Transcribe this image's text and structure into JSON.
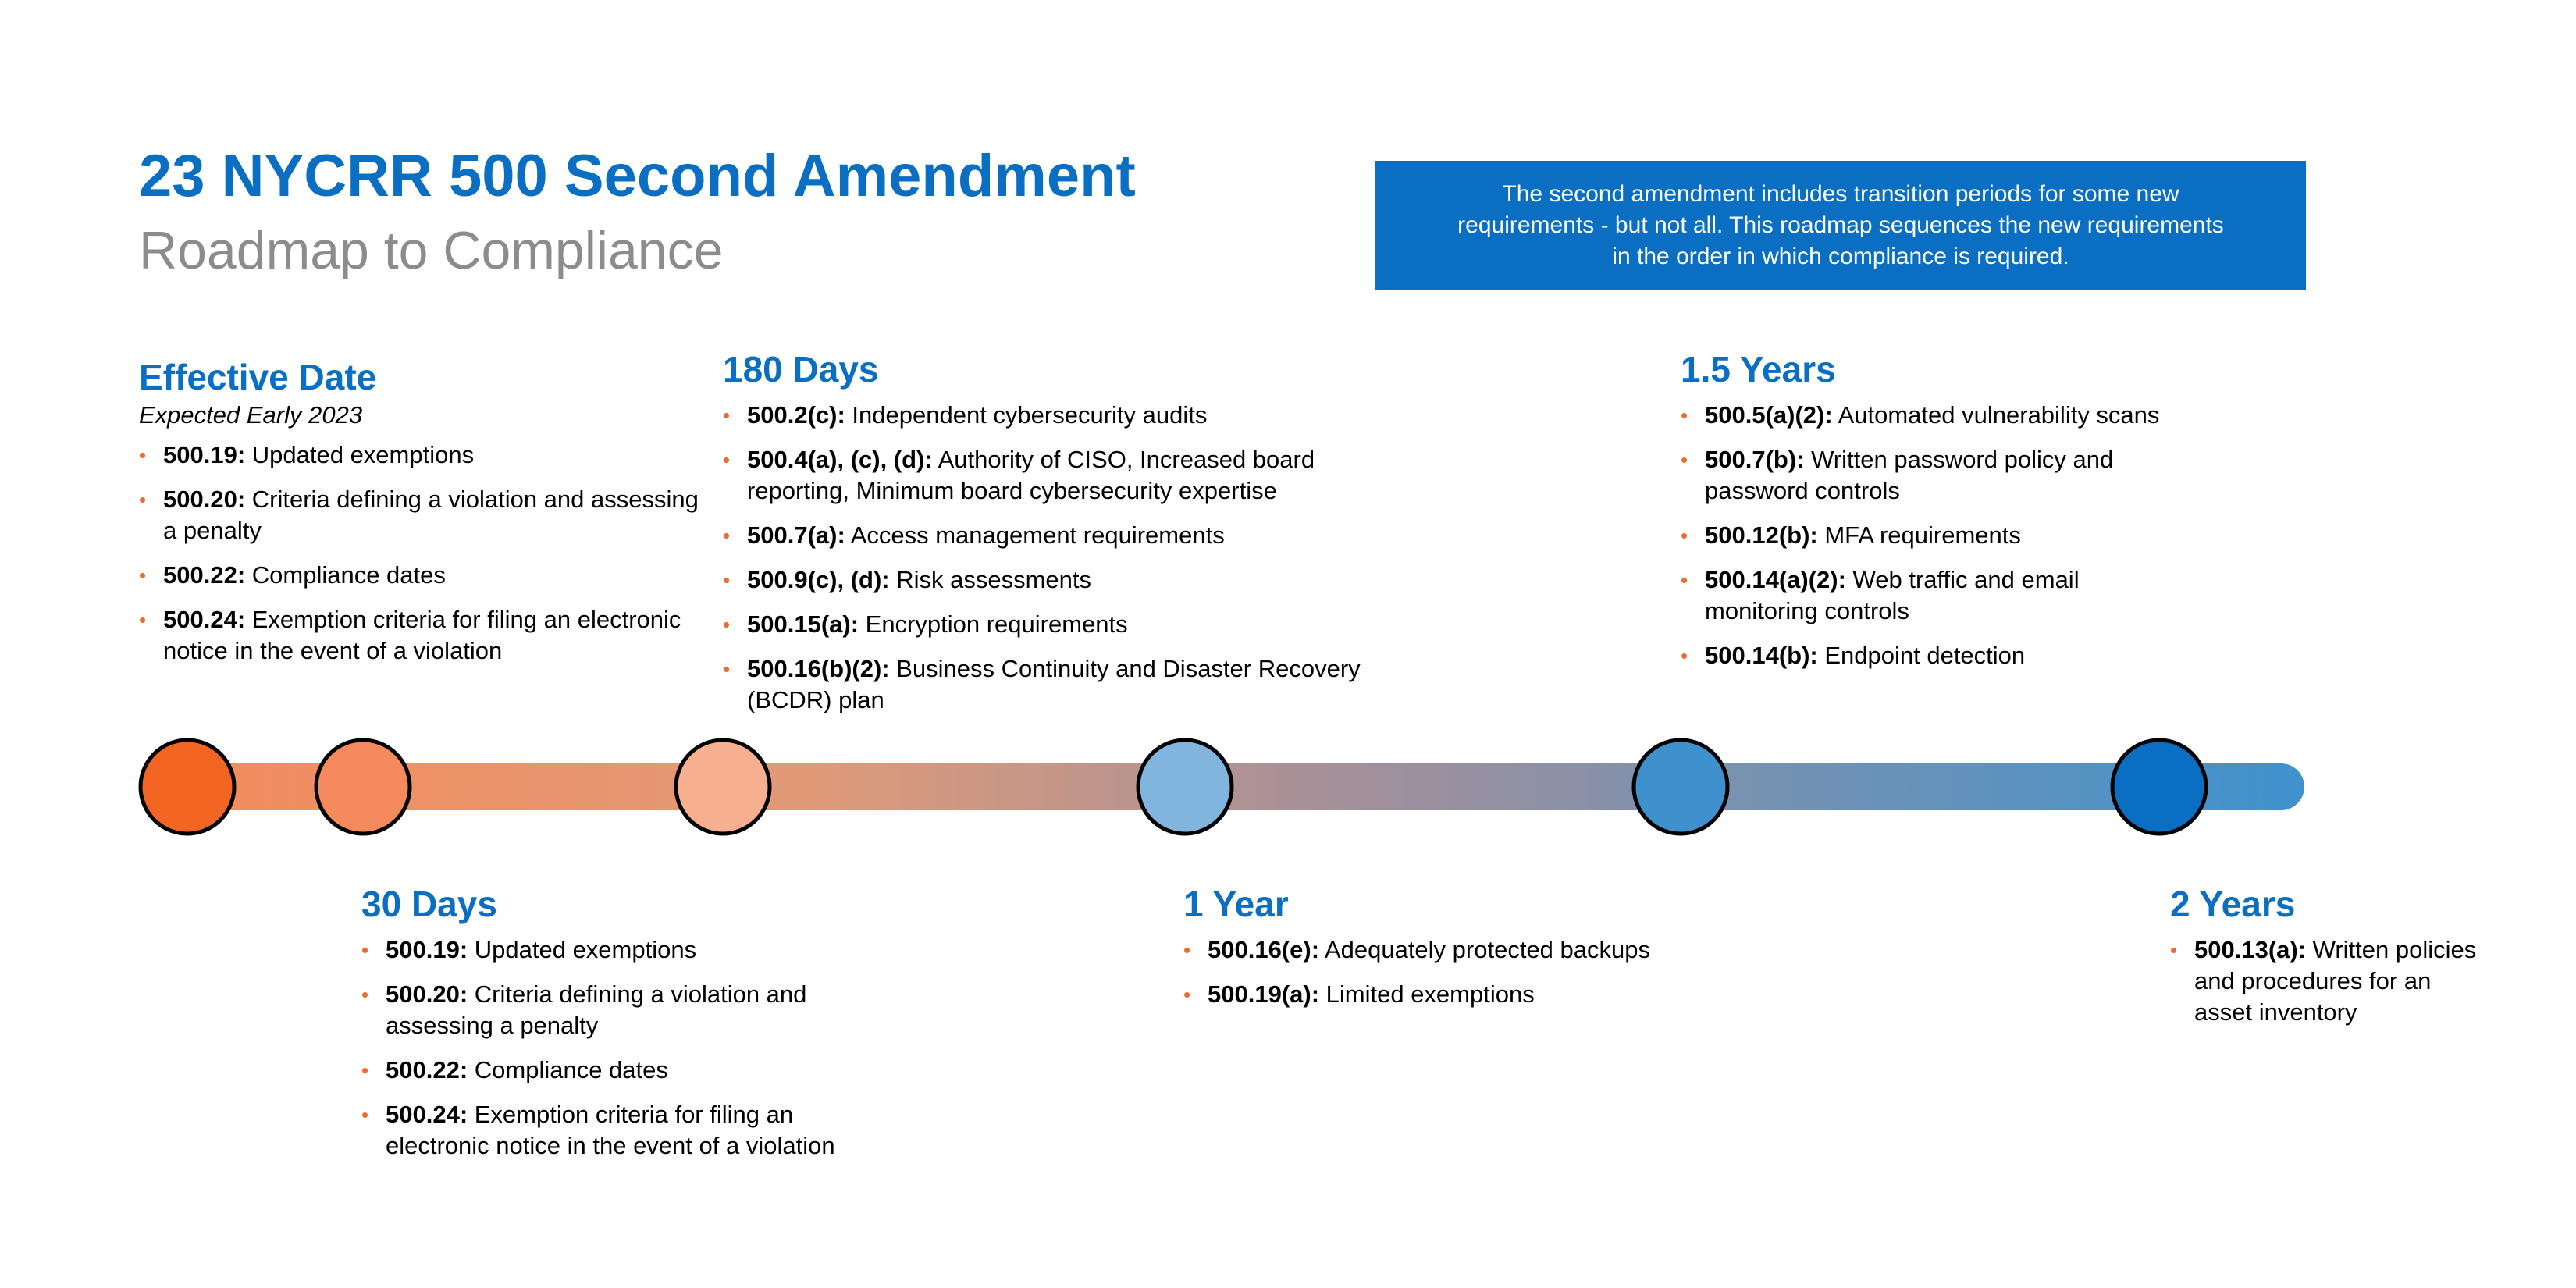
{
  "header": {
    "title": "23 NYCRR 500 Second Amendment",
    "subtitle": "Roadmap to Compliance"
  },
  "note": {
    "text": "The second amendment includes transition periods for some new\nrequirements - but not all. This roadmap sequences the new requirements\nin the order in which compliance is required."
  },
  "colors": {
    "accent_blue": "#0a6fc2",
    "accent_orange": "#f26522",
    "subtitle_gray": "#8c8c8c",
    "bullet_orange": "#ee6a2f",
    "node_colors": [
      "#f26522",
      "#f58b5c",
      "#f6b08f",
      "#82b5dd",
      "#3f91cd",
      "#0a6fc2"
    ]
  },
  "milestones": [
    {
      "heading": "Effective Date",
      "sub": "Expected Early 2023",
      "items": [
        {
          "code": "500.19:",
          "text": " Updated exemptions"
        },
        {
          "code": "500.20:",
          "text": " Criteria defining a violation and assessing a penalty"
        },
        {
          "code": "500.22:",
          "text": " Compliance dates"
        },
        {
          "code": "500.24:",
          "text": " Exemption criteria for filing an electronic notice in the event of a violation"
        }
      ]
    },
    {
      "heading": "30 Days",
      "items": [
        {
          "code": "500.19:",
          "text": " Updated exemptions"
        },
        {
          "code": "500.20:",
          "text": " Criteria defining a violation and assessing a penalty"
        },
        {
          "code": "500.22:",
          "text": " Compliance dates"
        },
        {
          "code": "500.24:",
          "text": " Exemption criteria for filing an electronic notice in the event of a violation"
        }
      ]
    },
    {
      "heading": "180 Days",
      "items": [
        {
          "code": "500.2(c):",
          "text": " Independent cybersecurity audits"
        },
        {
          "code": "500.4(a), (c), (d):",
          "text": " Authority of CISO, Increased board reporting, Minimum board cybersecurity expertise"
        },
        {
          "code": "500.7(a):",
          "text": " Access management requirements"
        },
        {
          "code": "500.9(c), (d):",
          "text": " Risk assessments"
        },
        {
          "code": "500.15(a):",
          "text": " Encryption requirements"
        },
        {
          "code": "500.16(b)(2):",
          "text": " Business Continuity and Disaster Recovery (BCDR) plan"
        }
      ]
    },
    {
      "heading": "1 Year",
      "items": [
        {
          "code": "500.16(e):",
          "text": " Adequately protected backups"
        },
        {
          "code": "500.19(a):",
          "text": " Limited exemptions"
        }
      ]
    },
    {
      "heading": "1.5 Years",
      "items": [
        {
          "code": "500.5(a)(2):",
          "text": " Automated vulnerability scans"
        },
        {
          "code": "500.7(b):",
          "text": " Written password policy and password controls"
        },
        {
          "code": "500.12(b):",
          "text": " MFA requirements"
        },
        {
          "code": "500.14(a)(2):",
          "text": " Web traffic and email monitoring controls"
        },
        {
          "code": "500.14(b):",
          "text": " Endpoint detection"
        }
      ]
    },
    {
      "heading": "2 Years",
      "items": [
        {
          "code": "500.13(a):",
          "text": " Written policies and procedures for an asset inventory"
        }
      ]
    }
  ]
}
